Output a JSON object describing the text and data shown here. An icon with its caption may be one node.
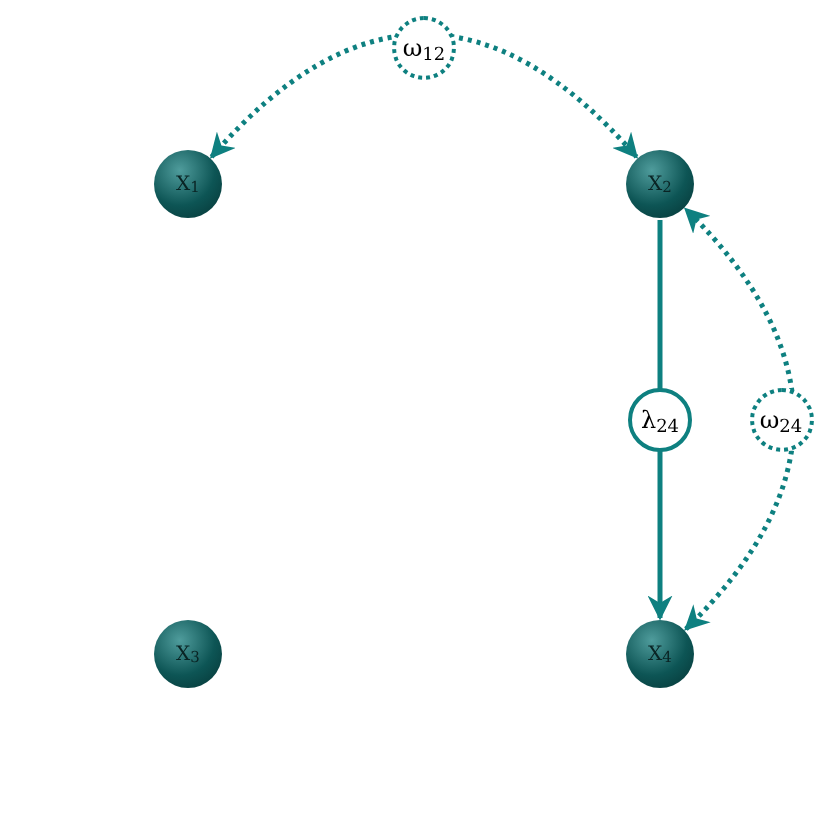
{
  "diagram": {
    "nodes": [
      {
        "text": [
          "X$_{1}$"
        ]
      },
      {
        "text": [
          "X$_{2}$"
        ]
      },
      {
        "text": [
          "X$_{3}$"
        ]
      },
      {
        "text": [
          "X$_{4}$"
        ]
      }
    ],
    "edges": [
      {
        "from": 0,
        "to": 1,
        "arrow": "both",
        "label": "ω$_{12}$",
        "style": "dashed"
      },
      {
        "from": 1,
        "to": 3,
        "arrow": "to",
        "label": "λ$_{24}$"
      },
      {
        "from": 3,
        "to": 1,
        "arrow": "both",
        "label": "ω$_{24}$",
        "style": "dashed"
      }
    ]
  }
}
